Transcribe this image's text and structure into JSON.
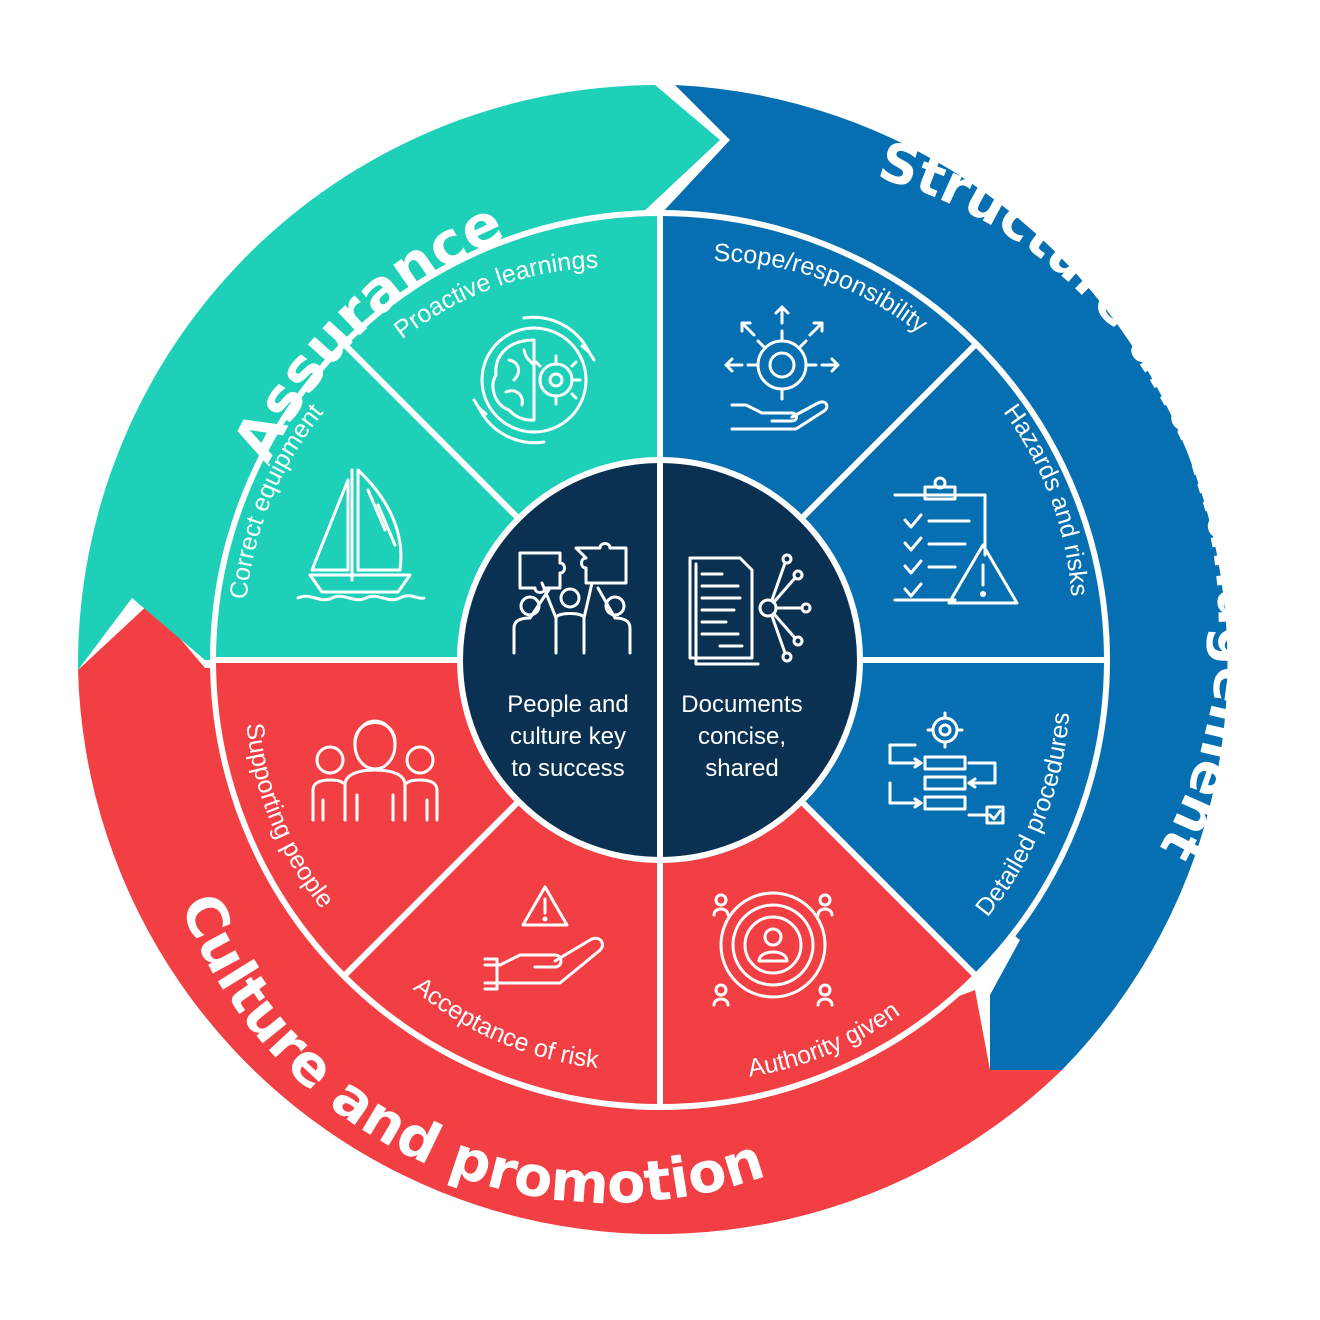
{
  "colors": {
    "assurance": "#1fd0b9",
    "structure": "#066fb1",
    "culture": "#f13f44",
    "center": "#0b3152",
    "divider": "#ffffff"
  },
  "outer_ring": {
    "assurance": "Assurance",
    "structure": "Structure and management",
    "culture": "Culture and promotion"
  },
  "segments": [
    {
      "label": "Proactive learnings",
      "icon": "brain-gear-icon"
    },
    {
      "label": "Correct equipment",
      "icon": "sailboat-icon"
    },
    {
      "label": "Scope/responsibility",
      "icon": "gear-hand-arrows-icon"
    },
    {
      "label": "Hazards and risks",
      "icon": "clipboard-warning-icon"
    },
    {
      "label": "Detailed procedures",
      "icon": "process-flow-icon"
    },
    {
      "label": "Supporting people",
      "icon": "group-people-icon"
    },
    {
      "label": "Acceptance of risk",
      "icon": "hand-warning-icon"
    },
    {
      "label": "Authority given",
      "icon": "target-person-icon"
    }
  ],
  "center": {
    "left": {
      "lines": [
        "People and",
        "culture key",
        "to success"
      ],
      "icon": "puzzle-team-icon"
    },
    "right": {
      "lines": [
        "Documents",
        "concise,",
        "shared"
      ],
      "icon": "document-network-icon"
    }
  }
}
